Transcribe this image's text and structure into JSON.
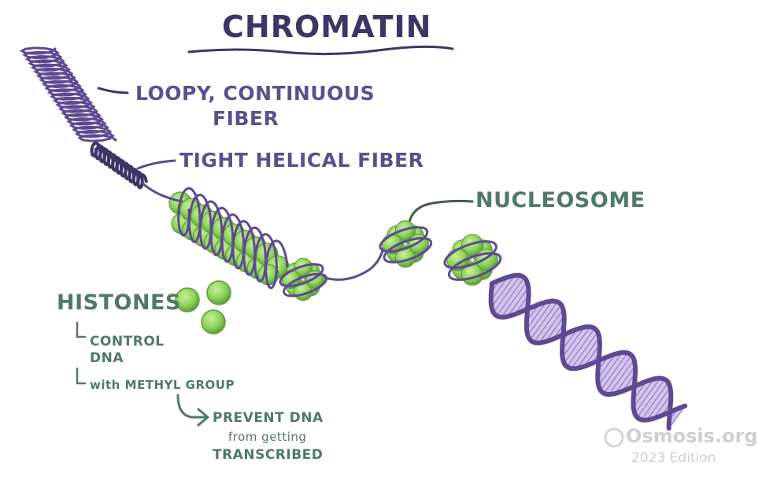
{
  "title": "CHROMATIN",
  "labels": {
    "loopy_line1": "LOOPY, CONTINUOUS",
    "loopy_line2": "FIBER",
    "tight_helical": "TIGHT HELICAL FIBER",
    "nucleosome": "NUCLEOSOME",
    "histones": "HISTONES",
    "control_line1": "CONTROL",
    "control_line2": "DNA",
    "methyl": "with METHYL GROUP",
    "prevent_line1": "PREVENT DNA",
    "prevent_line2": "from getting",
    "prevent_line3": "TRANSCRIBED"
  },
  "watermark": {
    "brand": "Osmosis.org",
    "edition": "2023 Edition"
  },
  "colors": {
    "title": "#3d3566",
    "purple_label": "#5b4f8f",
    "green_label": "#4f7a64",
    "dna_strand": "#5e4a92",
    "dna_fill": "#c7b6e6",
    "histone": "#8fd35a",
    "histone_dark": "#5e9e3c"
  }
}
